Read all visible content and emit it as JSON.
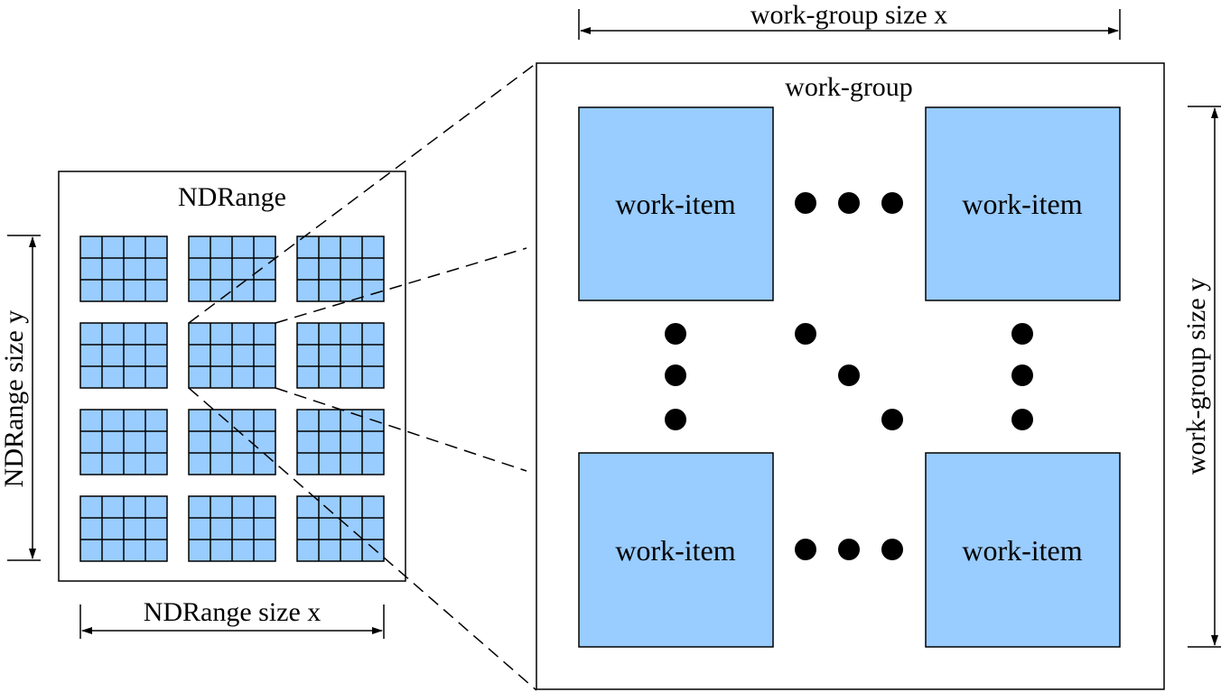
{
  "ndrange": {
    "title": "NDRange",
    "size_x_label": "NDRange size x",
    "size_y_label": "NDRange size y",
    "grid_rows": 4,
    "grid_cols": 3,
    "cell_rows": 3,
    "cell_cols": 4
  },
  "workgroup": {
    "title": "work-group",
    "size_x_label": "work-group size x",
    "size_y_label": "work-group size y",
    "items": [
      {
        "label": "work-item"
      },
      {
        "label": "work-item"
      },
      {
        "label": "work-item"
      },
      {
        "label": "work-item"
      }
    ]
  },
  "colors": {
    "item_fill": "#99ccff",
    "stroke": "#000000",
    "background": "#ffffff"
  }
}
